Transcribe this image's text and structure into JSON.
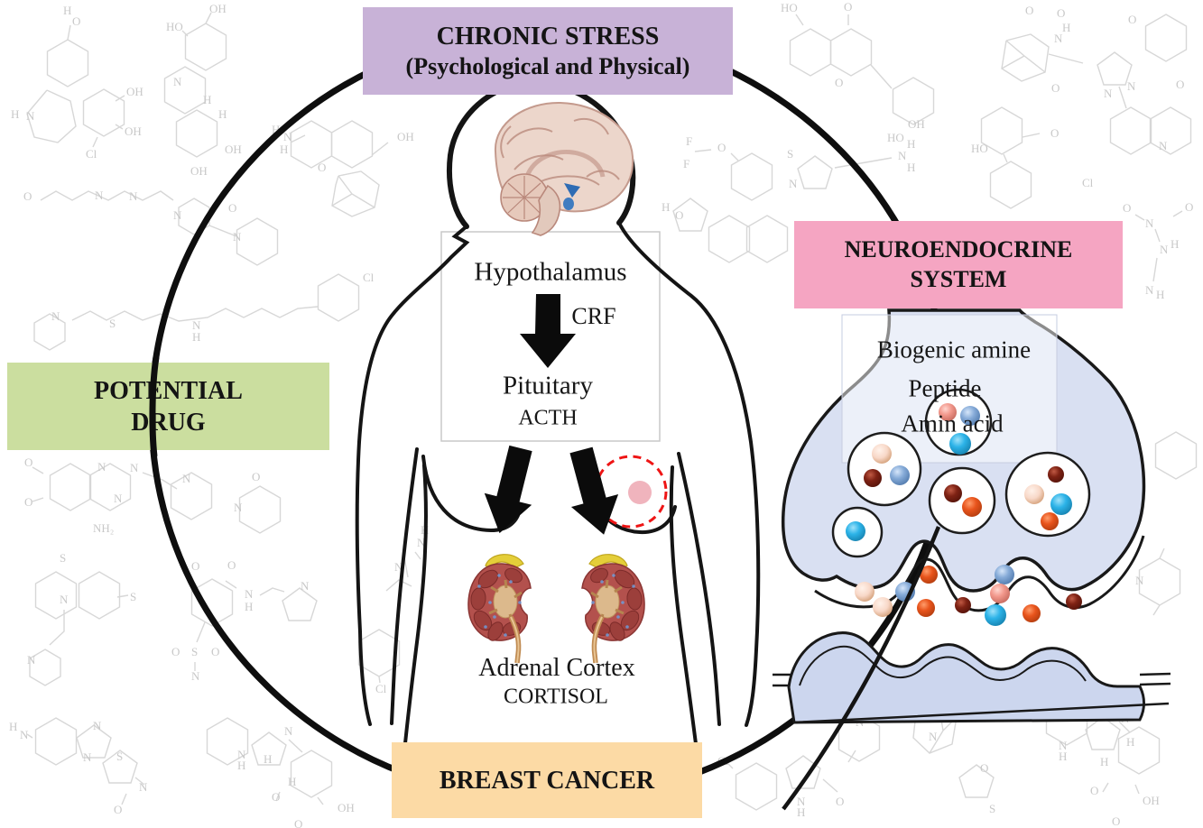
{
  "boxes": {
    "chronic_stress": {
      "line1": "CHRONIC STRESS",
      "line2": "(Psychological and Physical)",
      "color": "#c8b2d7"
    },
    "neuroendocrine": {
      "line1": "NEUROENDOCRINE",
      "line2": "SYSTEM",
      "color": "#f5a5c2"
    },
    "potential_drug": {
      "line1": "POTENTIAL",
      "line2": "DRUG",
      "color": "#cbde9f"
    },
    "breast_cancer": {
      "line1": "BREAST CANCER",
      "color": "#fcdaa5"
    }
  },
  "hpa_axis": {
    "organ1": "Hypothalamus",
    "hormone1": "CRF",
    "organ2": "Pituitary",
    "hormone2": "ACTH",
    "organ3": "Adrenal Cortex",
    "hormone3": "CORTISOL"
  },
  "synapse": {
    "labels": [
      "Biogenic amine",
      "Peptide",
      "Amin acid"
    ]
  },
  "palette": {
    "synapse_fill": "#d9e0f2",
    "postsynaptic_fill": "#ccd6ee",
    "neurotransmitter_dots": {
      "orange": "#e8541c",
      "dark_red": "#7e2214",
      "cyan": "#2cb3e8",
      "pink": "#f2988c",
      "pale_pink": "#f8d8c8",
      "blue": "#86abd8"
    },
    "kidney_red": "#b3514d",
    "adrenal_yellow": "#e4ce39",
    "renal_pelvis_tan": "#dcb98c",
    "brain_pink": "#ecd6cb",
    "hypothalamus_blue": "#2e6cb4",
    "tumor_circle_red": "#ee1515",
    "tumor_dot_pink": "#f0b4bd",
    "outline_black": "#0e0e0e",
    "chem_watermark_gray": "#d7d7d7"
  },
  "bg_atoms": {
    "o": "O",
    "n": "N",
    "h": "H",
    "s": "S",
    "f": "F",
    "cl": "Cl",
    "oh": "OH",
    "ho": "HO",
    "nh2": "NH₂"
  }
}
